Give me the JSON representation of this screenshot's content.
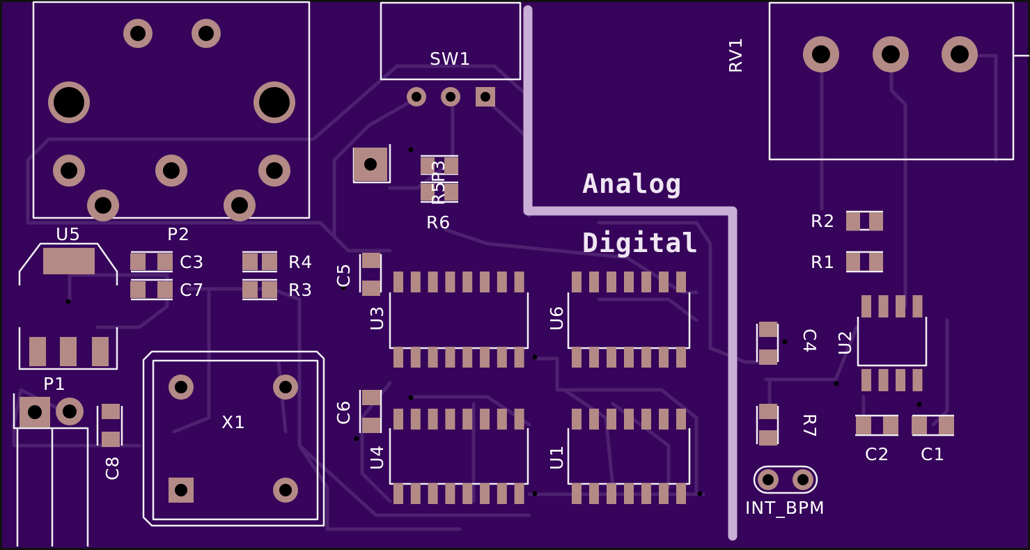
{
  "board": {
    "colors": {
      "substrate": "#36045a",
      "trace": "#4d2170",
      "silk": "#f2f0f4",
      "pad": "#b48a86",
      "drill": "#000000",
      "divider": "#c9aed6",
      "edge": "#111111"
    }
  },
  "zones": {
    "analog": "Analog",
    "digital": "Digital"
  },
  "labels": {
    "sw1": "SW1",
    "rv1": "RV1",
    "u5": "U5",
    "p2": "P2",
    "p3": "P3",
    "r5": "R5",
    "r6": "R6",
    "c3": "C3",
    "c7": "C7",
    "r4": "R4",
    "r3": "R3",
    "c5": "C5",
    "u3": "U3",
    "u6": "U6",
    "r2": "R2",
    "r1": "R1",
    "c4": "C4",
    "u2": "U2",
    "p1": "P1",
    "c8": "C8",
    "x1": "X1",
    "c6": "C6",
    "u4": "U4",
    "u1": "U1",
    "r7": "R7",
    "c2": "C2",
    "c1": "C1",
    "int_bpm": "INT_BPM"
  }
}
